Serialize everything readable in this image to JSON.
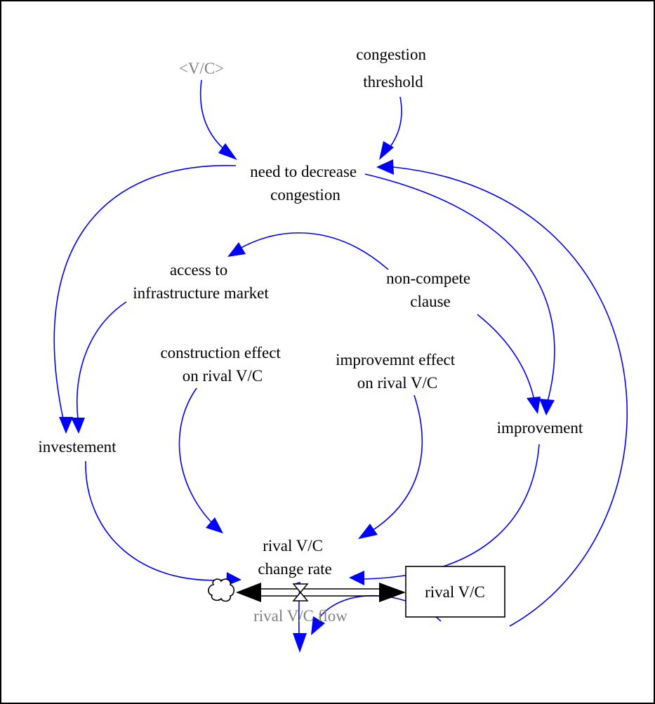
{
  "diagram": {
    "type": "stock-and-flow",
    "colors": {
      "link": "#0000ff",
      "text": "#000000",
      "ghost_text": "#808080",
      "flow": "#000000"
    },
    "variables": {
      "vc_shadow": "<V/C>",
      "congestion_threshold": [
        "congestion",
        "threshold"
      ],
      "need_to_decrease": [
        "need to decrease",
        "congestion"
      ],
      "access_market": [
        "access to",
        "infrastructure market"
      ],
      "non_compete": [
        "non-compete",
        "clause"
      ],
      "construction_effect": [
        "construction effect",
        "on rival V/C"
      ],
      "improvement_effect": [
        "improvemnt effect",
        "on rival V/C"
      ],
      "investement": "investement",
      "improvement": "improvement",
      "change_rate": [
        "rival V/C",
        "change rate"
      ],
      "stock": "rival V/C",
      "flow": "rival V/C flow"
    }
  }
}
